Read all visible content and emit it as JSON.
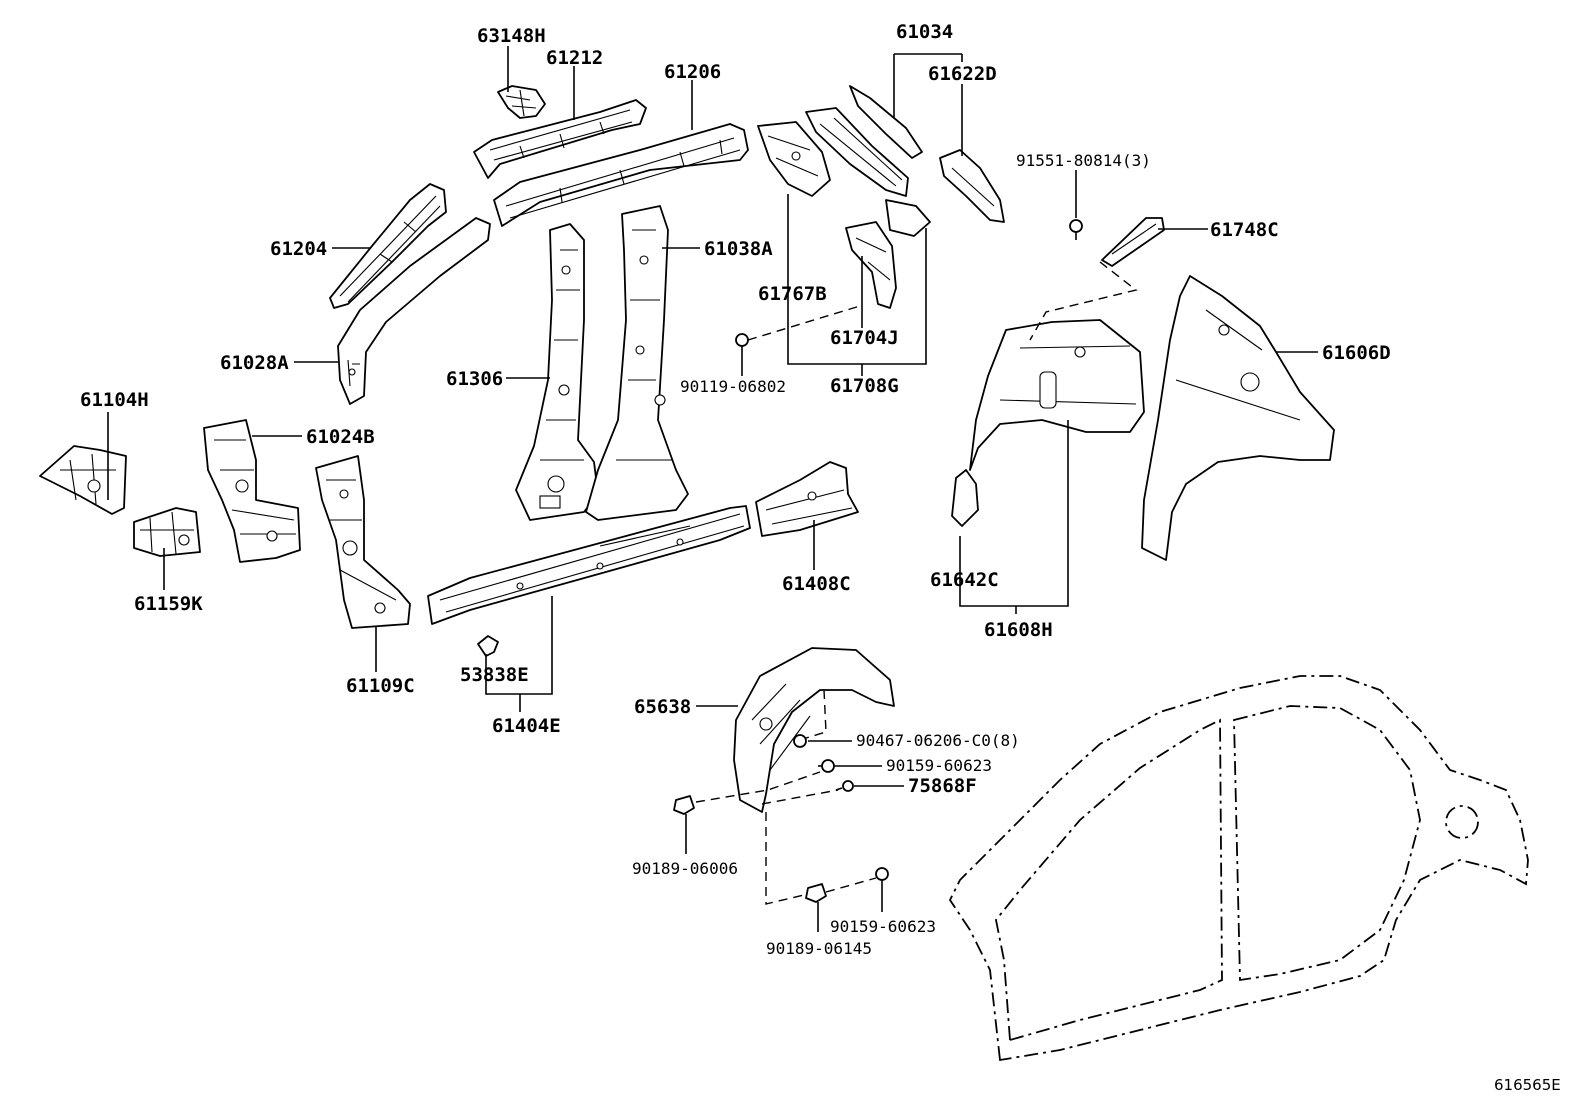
{
  "labels": {
    "p63148H": "63148H",
    "p61212": "61212",
    "p61206": "61206",
    "p61034": "61034",
    "p61622D": "61622D",
    "p91551": "91551-80814(3)",
    "p61748C": "61748C",
    "p61204": "61204",
    "p61038A": "61038A",
    "p61767B": "61767B",
    "p61704J": "61704J",
    "p61708G": "61708G",
    "p90119": "90119-06802",
    "p61028A": "61028A",
    "p61306": "61306",
    "p61606D": "61606D",
    "p61104H": "61104H",
    "p61024B": "61024B",
    "p61159K": "61159K",
    "p61109C": "61109C",
    "p53838E": "53838E",
    "p61404E": "61404E",
    "p61408C": "61408C",
    "p61642C": "61642C",
    "p61608H": "61608H",
    "p65638": "65638",
    "p90467": "90467-06206-C0(8)",
    "p90159a": "90159-60623",
    "p75868F": "75868F",
    "p90189a": "90189-06006",
    "p90159b": "90159-60623",
    "p90189b": "90189-06145"
  },
  "reference_code": "616565E"
}
